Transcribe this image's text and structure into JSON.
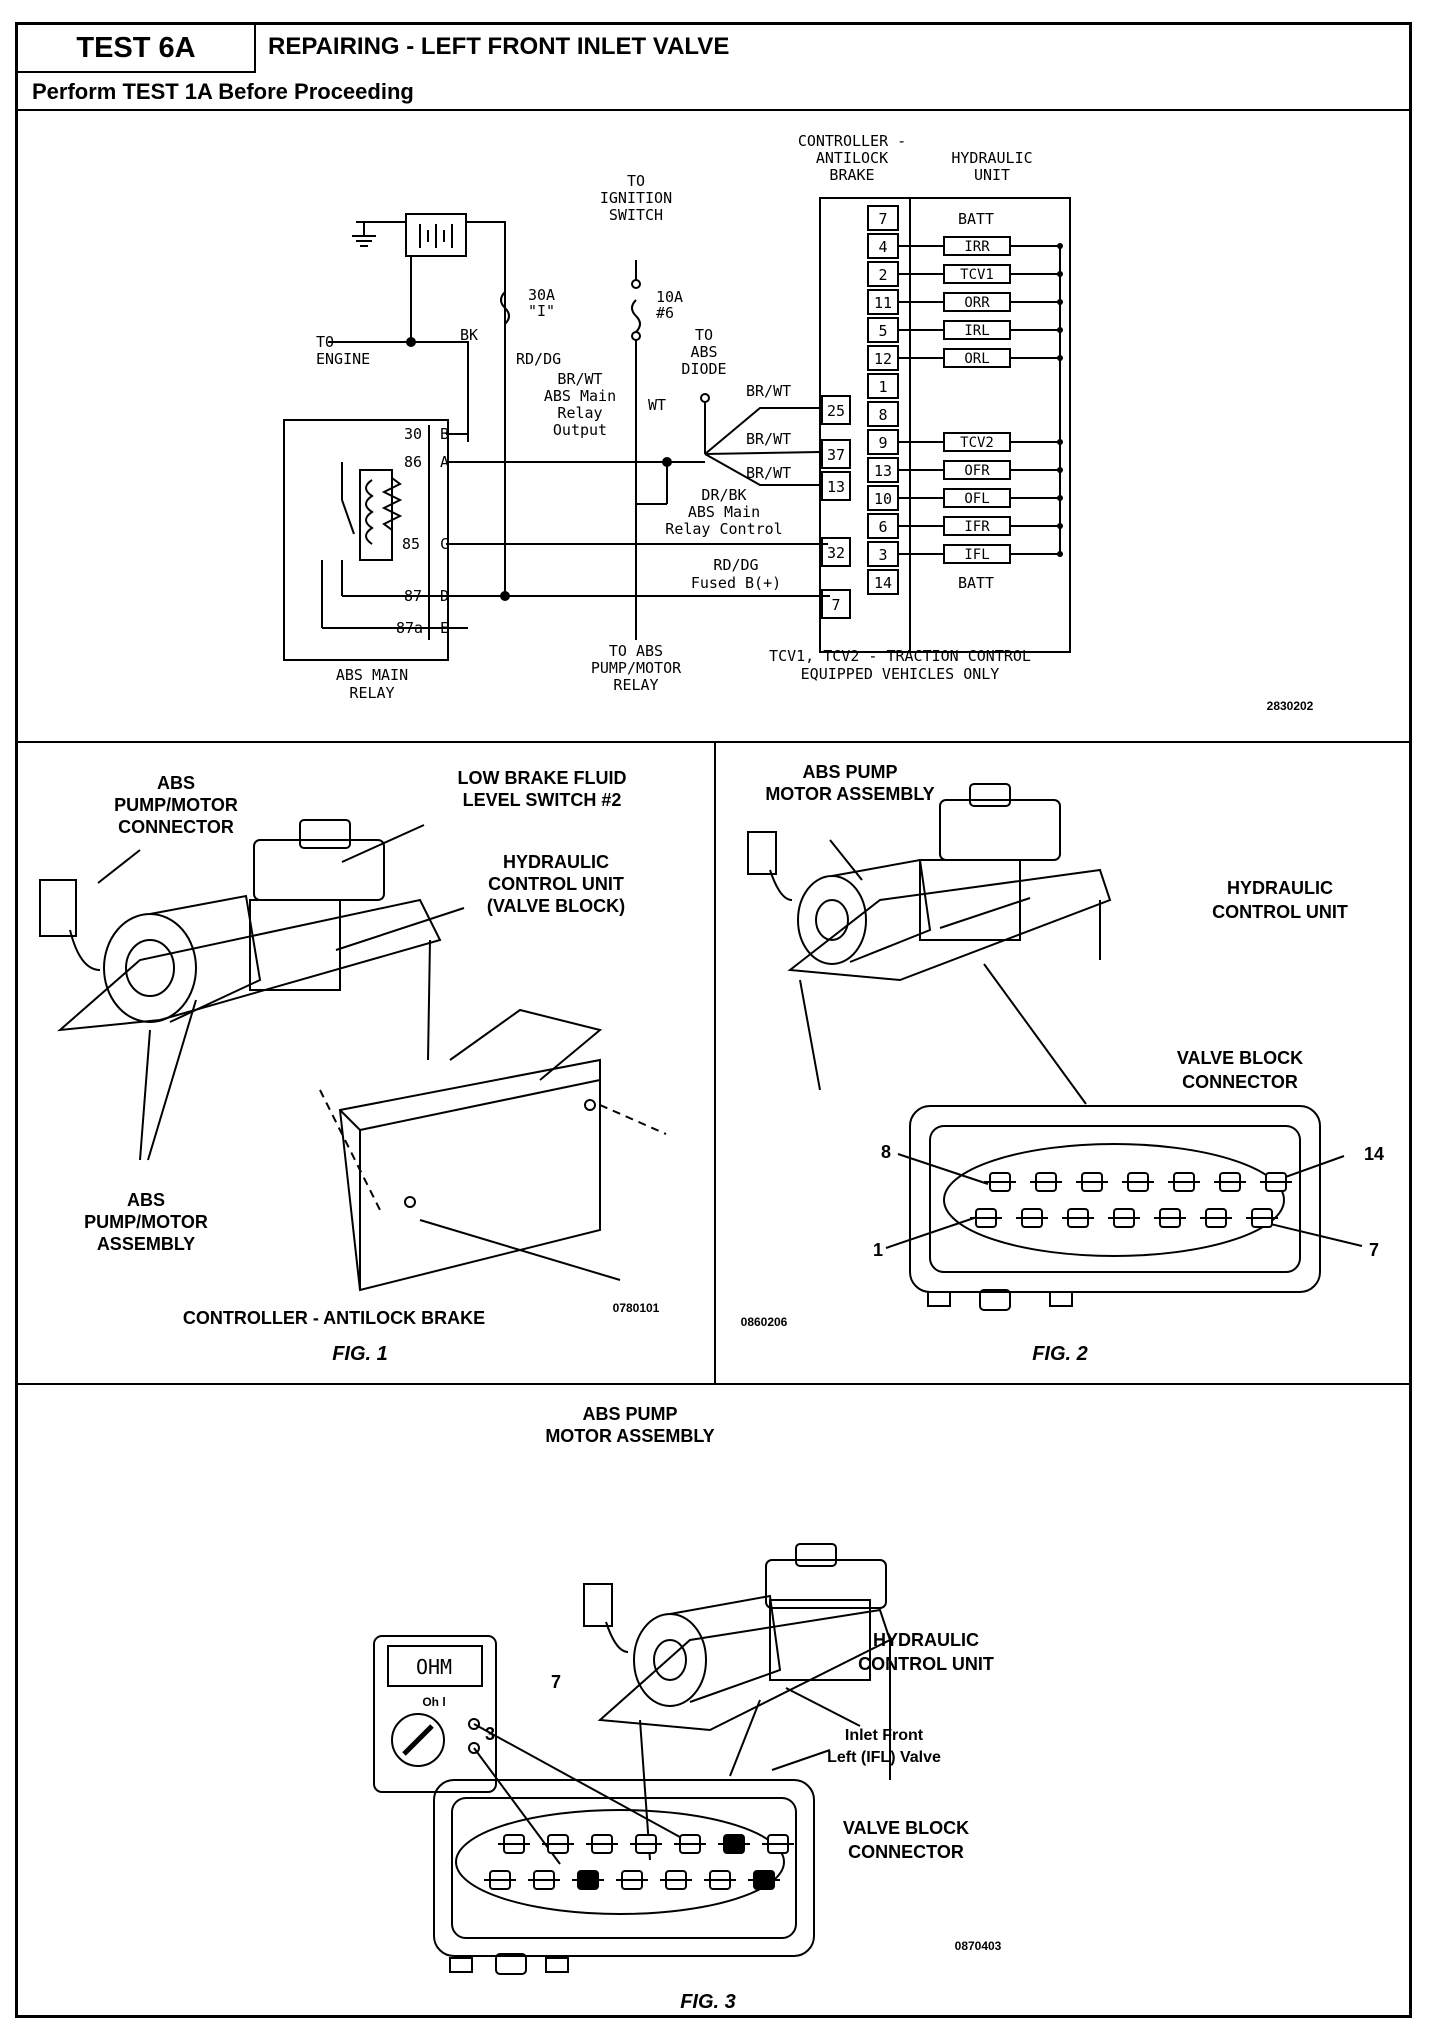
{
  "header": {
    "test_id": "TEST 6A",
    "title": "REPAIRING - LEFT FRONT INLET VALVE",
    "subtitle": "Perform TEST 1A Before Proceeding"
  },
  "schematic": {
    "to_engine": [
      "TO",
      "ENGINE"
    ],
    "bk": "BK",
    "fuse_30a": [
      "30A",
      "\"I\""
    ],
    "fuse_10a": [
      "10A",
      "#6"
    ],
    "rd_dg": "RD/DG",
    "to_ignition": [
      "TO",
      "IGNITION",
      "SWITCH"
    ],
    "to_abs_diode": [
      "TO",
      "ABS",
      "DIODE"
    ],
    "wt": "WT",
    "main_relay_output": [
      "BR/WT",
      "ABS Main",
      "Relay",
      "Output"
    ],
    "br_wt": "BR/WT",
    "main_relay_control": [
      "DR/BK",
      "ABS Main",
      "Relay Control"
    ],
    "fused_bplus": [
      "RD/DG",
      "Fused B(+)"
    ],
    "to_pump_relay": [
      "TO ABS",
      "PUMP/MOTOR",
      "RELAY"
    ],
    "relay_pins": [
      "30",
      "86",
      "85",
      "87",
      "87a"
    ],
    "relay_letters": [
      "B",
      "A",
      "C",
      "D",
      "E"
    ],
    "relay_label": [
      "ABS MAIN",
      "RELAY"
    ],
    "controller_title": [
      "CONTROLLER -",
      "ANTILOCK",
      "BRAKE"
    ],
    "hydraulic_title": [
      "HYDRAULIC",
      "UNIT"
    ],
    "controller_pins_outer": [
      "25",
      "37",
      "13",
      "32",
      "7"
    ],
    "hcu_pins": [
      "7",
      "4",
      "2",
      "11",
      "5",
      "12",
      "1",
      "8",
      "9",
      "13",
      "10",
      "6",
      "3",
      "14"
    ],
    "hcu_valves": [
      "BATT",
      "IRR",
      "TCV1",
      "ORR",
      "IRL",
      "ORL",
      "",
      "",
      "TCV2",
      "OFR",
      "OFL",
      "IFR",
      "IFL",
      "BATT"
    ],
    "note": [
      "TCV1, TCV2 - TRACTION CONTROL",
      "EQUIPPED VEHICLES ONLY"
    ],
    "figure_code": "2830202"
  },
  "fig1": {
    "caption": "FIG. 1",
    "code": "0780101",
    "labels": {
      "pump_connector": [
        "ABS",
        "PUMP/MOTOR",
        "CONNECTOR"
      ],
      "fluid_switch": [
        "LOW BRAKE FLUID",
        "LEVEL SWITCH #2"
      ],
      "hcu": [
        "HYDRAULIC",
        "CONTROL UNIT",
        "(VALVE BLOCK)"
      ],
      "pump_assembly": [
        "ABS",
        "PUMP/MOTOR",
        "ASSEMBLY"
      ],
      "controller": "CONTROLLER - ANTILOCK BRAKE"
    }
  },
  "fig2": {
    "caption": "FIG. 2",
    "code": "0860206",
    "labels": {
      "pump_motor": [
        "ABS PUMP",
        "MOTOR ASSEMBLY"
      ],
      "hcu": [
        "HYDRAULIC",
        "CONTROL UNIT"
      ],
      "valve_block": [
        "VALVE BLOCK",
        "CONNECTOR"
      ],
      "pin8": "8",
      "pin14": "14",
      "pin1": "1",
      "pin7": "7"
    }
  },
  "fig3": {
    "caption": "FIG. 3",
    "code": "0870403",
    "labels": {
      "pump_motor": [
        "ABS PUMP",
        "MOTOR ASSEMBLY"
      ],
      "hcu": [
        "HYDRAULIC",
        "CONTROL UNIT"
      ],
      "inlet": [
        "Inlet Front",
        "Left (IFL) Valve"
      ],
      "valve_block": [
        "VALVE BLOCK",
        "CONNECTOR"
      ],
      "meter": "OHM",
      "meter_dial": "Oh l",
      "pin3": "3",
      "pin7": "7"
    }
  }
}
